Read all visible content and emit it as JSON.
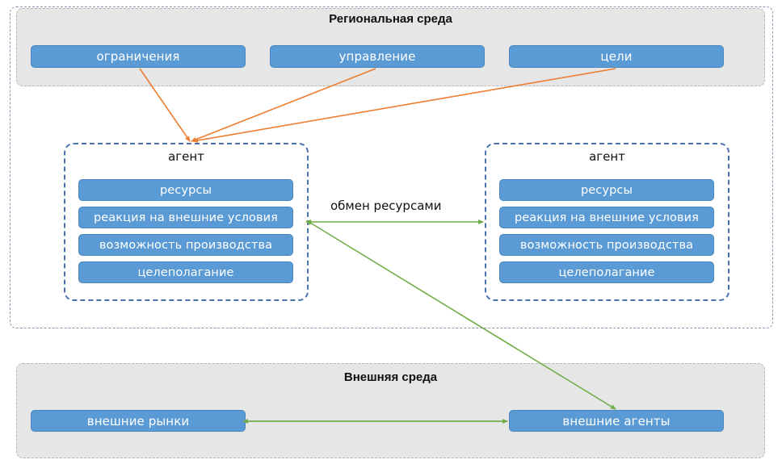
{
  "regional": {
    "title": "Региональная среда",
    "items": [
      "ограничения",
      "управление",
      "цели"
    ]
  },
  "agents": [
    {
      "title": "агент",
      "items": [
        "ресурсы",
        "реакция на внешние условия",
        "возможность производства",
        "целеполагание"
      ]
    },
    {
      "title": "агент",
      "items": [
        "ресурсы",
        "реакция на внешние условия",
        "возможность производства",
        "целеполагание"
      ]
    }
  ],
  "exchange_label": "обмен ресурсами",
  "external": {
    "title": "Внешняя среда",
    "items": [
      "внешние рынки",
      "внешние агенты"
    ]
  },
  "colors": {
    "box_fill": "#5b9bd5",
    "influence_arrow": "#ed7d31",
    "exchange_arrow": "#70ad47",
    "agent_border": "#4a72b0"
  }
}
